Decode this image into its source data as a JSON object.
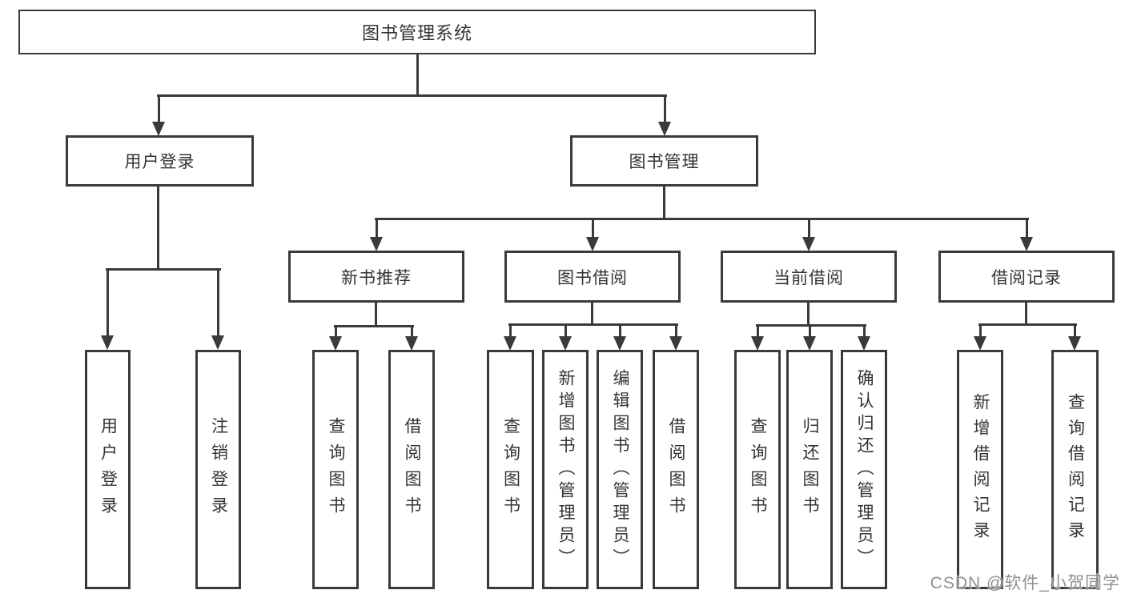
{
  "tree": {
    "label": "图书管理系统",
    "children": [
      {
        "label": "用户登录",
        "children": [
          {
            "label": "用户登录"
          },
          {
            "label": "注销登录"
          }
        ]
      },
      {
        "label": "图书管理",
        "children": [
          {
            "label": "新书推荐",
            "children": [
              {
                "label": "查询图书"
              },
              {
                "label": "借阅图书"
              }
            ]
          },
          {
            "label": "图书借阅",
            "children": [
              {
                "label": "查询图书"
              },
              {
                "label": "新增图书（管理员）"
              },
              {
                "label": "编辑图书（管理员）"
              },
              {
                "label": "借阅图书"
              }
            ]
          },
          {
            "label": "当前借阅",
            "children": [
              {
                "label": "查询图书"
              },
              {
                "label": "归还图书"
              },
              {
                "label": "确认归还（管理员）"
              }
            ]
          },
          {
            "label": "借阅记录",
            "children": [
              {
                "label": "新增借阅记录"
              },
              {
                "label": "查询借阅记录"
              }
            ]
          }
        ]
      }
    ]
  },
  "watermark": {
    "text": "CSDN @软件_小贺同学"
  },
  "colors": {
    "line": "#3a3a3a",
    "text": "#333333",
    "watermark": "#7d7d7d",
    "background": "#ffffff"
  }
}
